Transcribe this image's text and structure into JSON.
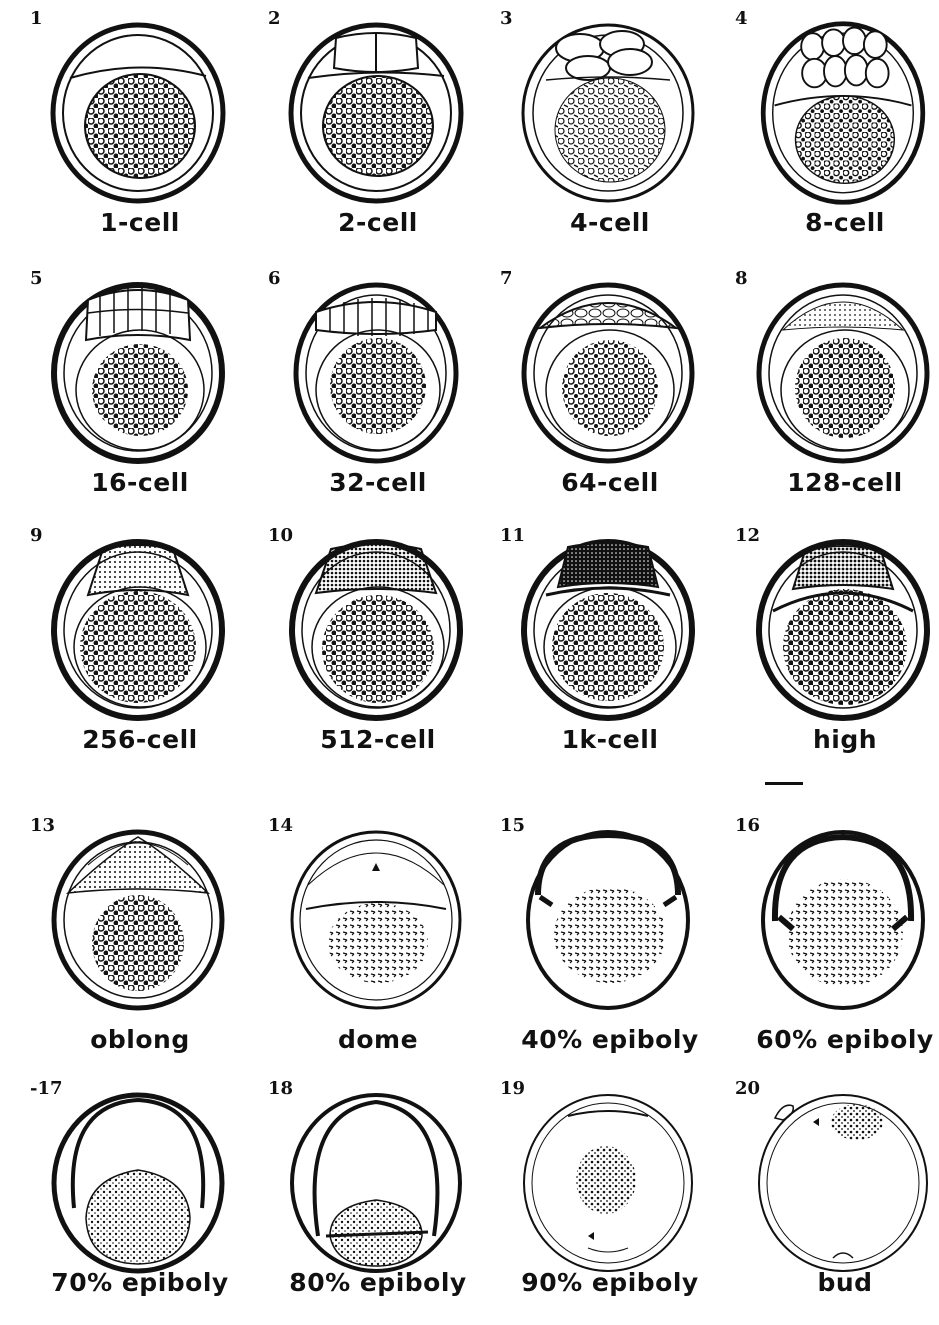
{
  "stages": [
    {
      "num": "1",
      "label": "1-cell",
      "blasto": "cap1"
    },
    {
      "num": "2",
      "label": "2-cell",
      "blasto": "cells2"
    },
    {
      "num": "3",
      "label": "4-cell",
      "blasto": "cells4"
    },
    {
      "num": "4",
      "label": "8-cell",
      "blasto": "cells8"
    },
    {
      "num": "5",
      "label": "16-cell",
      "blasto": "cols"
    },
    {
      "num": "6",
      "label": "32-cell",
      "blasto": "cols2"
    },
    {
      "num": "7",
      "label": "64-cell",
      "blasto": "dome-cells"
    },
    {
      "num": "8",
      "label": "128-cell",
      "blasto": "dome-dots"
    },
    {
      "num": "9",
      "label": "256-cell",
      "blasto": "trap"
    },
    {
      "num": "10",
      "label": "512-cell",
      "blasto": "trap-dark"
    },
    {
      "num": "11",
      "label": "1k-cell",
      "blasto": "trap-black"
    },
    {
      "num": "12",
      "label": "high",
      "blasto": "high"
    },
    {
      "num": "13",
      "label": "oblong",
      "blasto": "oblong"
    },
    {
      "num": "14",
      "label": "dome",
      "blasto": "dome"
    },
    {
      "num": "15",
      "label": "40% epiboly",
      "blasto": "epi40"
    },
    {
      "num": "16",
      "label": "60% epiboly",
      "blasto": "epi60"
    },
    {
      "num": "-17",
      "label": "70% epiboly",
      "blasto": "epi70"
    },
    {
      "num": "18",
      "label": "80% epiboly",
      "blasto": "epi80"
    },
    {
      "num": "19",
      "label": "90% epiboly",
      "blasto": "epi90"
    },
    {
      "num": "20",
      "label": "bud",
      "blasto": "bud"
    }
  ]
}
